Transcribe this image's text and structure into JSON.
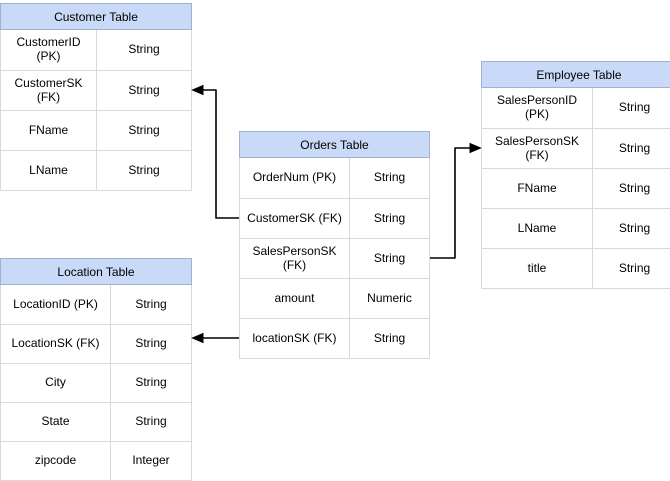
{
  "diagram": {
    "type": "entity-relationship-diagram",
    "colors": {
      "table_header_fill": "#c9daf8",
      "table_header_border": "#a2b1cf",
      "cell_border": "#d9d9d9",
      "connector_line": "#000000",
      "background": "#ffffff",
      "text": "#000000"
    },
    "tables": [
      {
        "id": "customer",
        "title": "Customer Table",
        "rows": [
          {
            "field": "CustomerID (PK)",
            "type": "String"
          },
          {
            "field": "CustomerSK\n(FK)",
            "type": "String"
          },
          {
            "field": "FName",
            "type": "String"
          },
          {
            "field": "LName",
            "type": "String"
          }
        ]
      },
      {
        "id": "orders",
        "title": "Orders Table",
        "rows": [
          {
            "field": "OrderNum (PK)",
            "type": "String"
          },
          {
            "field": "CustomerSK (FK)",
            "type": "String"
          },
          {
            "field": "SalesPersonSK\n(FK)",
            "type": "String"
          },
          {
            "field": "amount",
            "type": "Numeric"
          },
          {
            "field": "locationSK (FK)",
            "type": "String"
          }
        ]
      },
      {
        "id": "employee",
        "title": "Employee Table",
        "rows": [
          {
            "field": "SalesPersonID (PK)",
            "type": "String"
          },
          {
            "field": "SalesPersonSK\n(FK)",
            "type": "String"
          },
          {
            "field": "FName",
            "type": "String"
          },
          {
            "field": "LName",
            "type": "String"
          },
          {
            "field": "title",
            "type": "String"
          }
        ]
      },
      {
        "id": "location",
        "title": "Location Table",
        "rows": [
          {
            "field": "LocationID (PK)",
            "type": "String"
          },
          {
            "field": "LocationSK (FK)",
            "type": "String"
          },
          {
            "field": "City",
            "type": "String"
          },
          {
            "field": "State",
            "type": "String"
          },
          {
            "field": "zipcode",
            "type": "Integer"
          }
        ]
      }
    ],
    "relationships": [
      {
        "from": "Orders.CustomerSK (FK)",
        "to": "Customer.CustomerSK (FK)",
        "arrow": "left"
      },
      {
        "from": "Orders.SalesPersonSK (FK)",
        "to": "Employee.SalesPersonSK (FK)",
        "arrow": "right"
      },
      {
        "from": "Orders.locationSK (FK)",
        "to": "Location.LocationSK (FK)",
        "arrow": "left"
      }
    ]
  }
}
